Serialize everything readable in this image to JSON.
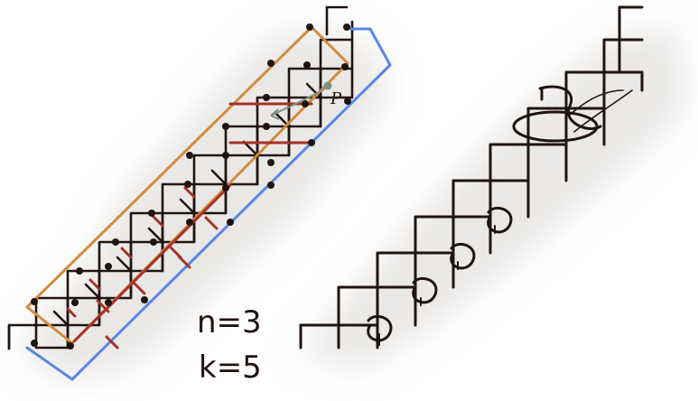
{
  "labels": {
    "point": "P",
    "n_equation": "n=3",
    "k_equation": "k=5"
  },
  "colors": {
    "ink": "#1f1410",
    "orange_path": "#d38b3d",
    "blue_path": "#5b86e6",
    "red_matching": "#a63226",
    "point_marker": "#7f8f80",
    "background_blob": "#d9d6d2"
  }
}
